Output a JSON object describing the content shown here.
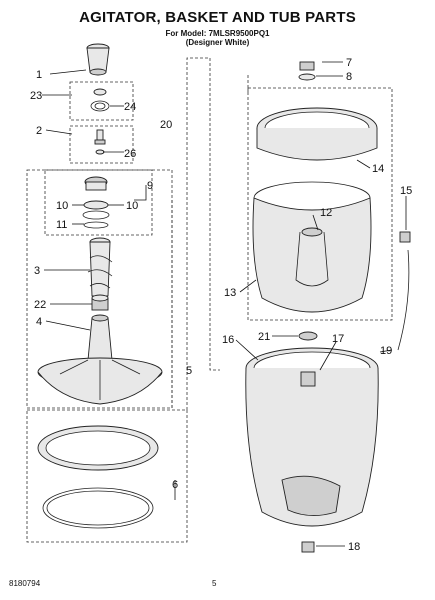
{
  "header": {
    "title": "AGITATOR, BASKET AND TUB PARTS",
    "model_line": "For Model: 7MLSR9500PQ1",
    "variant_line": "(Designer White)"
  },
  "footer": {
    "doc_number": "8180794",
    "page_number": "5"
  },
  "callouts": {
    "c1": "1",
    "c2": "2",
    "c3": "3",
    "c4": "4",
    "c5": "5",
    "c6": "6",
    "c7": "7",
    "c8": "8",
    "c9": "9",
    "c10a": "10",
    "c10b": "10",
    "c11": "11",
    "c12": "12",
    "c13": "13",
    "c14": "14",
    "c15": "15",
    "c16": "16",
    "c17": "17",
    "c18": "18",
    "c19": "19",
    "c20": "20",
    "c21": "21",
    "c22": "22",
    "c23": "23",
    "c24": "24",
    "c26": "26"
  }
}
